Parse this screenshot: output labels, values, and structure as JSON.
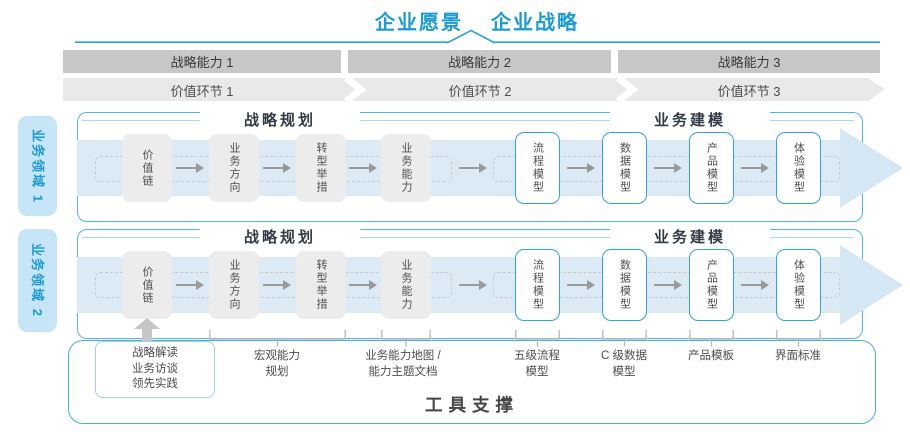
{
  "title": {
    "vision": "企业愿景",
    "strategy": "企业战略"
  },
  "strategy_bars": [
    "战略能力 1",
    "战略能力 2",
    "战略能力 3"
  ],
  "value_links": [
    "价值环节 1",
    "价值环节 2",
    "价值环节 3"
  ],
  "domains": [
    "业务领域 1",
    "业务领域 2"
  ],
  "sections": {
    "planning": "战略规划",
    "modeling": "业务建模"
  },
  "flow_boxes": {
    "planning": [
      "价值链",
      "业务方向",
      "转型举措",
      "业务能力"
    ],
    "modeling": [
      "流程模型",
      "数据模型",
      "产品模型",
      "体验模型"
    ]
  },
  "annotations": {
    "interview_box": "战略解读\n业务访谈\n领先实践",
    "items": [
      "宏观能力\n规划",
      "业务能力地图 /\n能力主题文档",
      "五级流程\n模型",
      "C 级数据\n模型",
      "产品模板",
      "界面标准"
    ]
  },
  "tool_support": "工具支撑",
  "colors": {
    "accent_blue": "#1d9ad3",
    "panel_border": "#54b7e3",
    "flow_band": "#dceaf6",
    "bar_gray": "#c7c7c7",
    "link_band_gray": "#e9e9e9",
    "box_gray": "#ececec",
    "blue_box_border": "#35a3da"
  }
}
